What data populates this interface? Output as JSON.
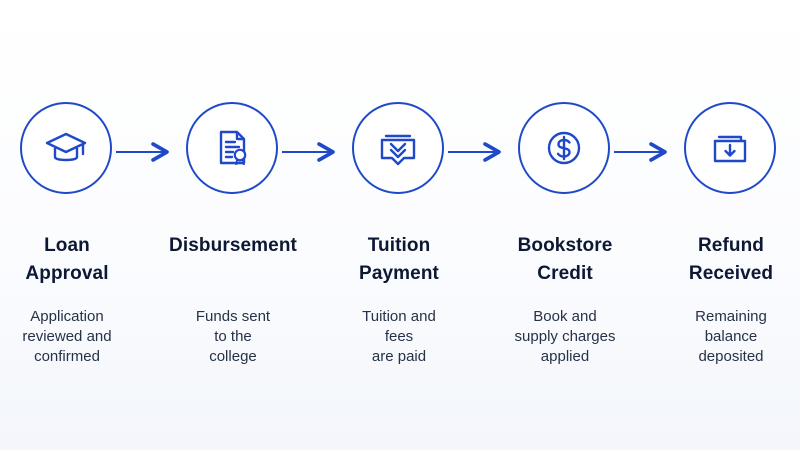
{
  "diagram": {
    "steps": [
      {
        "title_line1": "Loan",
        "title_line2": "Approval",
        "desc_line1": "Application",
        "desc_line2": "reviewed and",
        "desc_line3": "confirmed",
        "icon": "graduation-cap-icon"
      },
      {
        "title_line1": "Disbursement",
        "title_line2": "",
        "desc_line1": "Funds sent",
        "desc_line2": "to the",
        "desc_line3": "college",
        "icon": "document-seal-icon"
      },
      {
        "title_line1": "Tuition",
        "title_line2": "Payment",
        "desc_line1": "Tuition and",
        "desc_line2": "fees",
        "desc_line3": "are paid",
        "icon": "payment-down-icon"
      },
      {
        "title_line1": "Bookstore",
        "title_line2": "Credit",
        "desc_line1": "Book and",
        "desc_line2": "supply charges",
        "desc_line3": "applied",
        "icon": "dollar-circle-icon"
      },
      {
        "title_line1": "Refund",
        "title_line2": "Received",
        "desc_line1": "Remaining",
        "desc_line2": "balance",
        "desc_line3": "deposited",
        "icon": "folder-download-icon"
      }
    ]
  },
  "colors": {
    "accent": "#1f49c9",
    "text": "#0f1b33"
  }
}
